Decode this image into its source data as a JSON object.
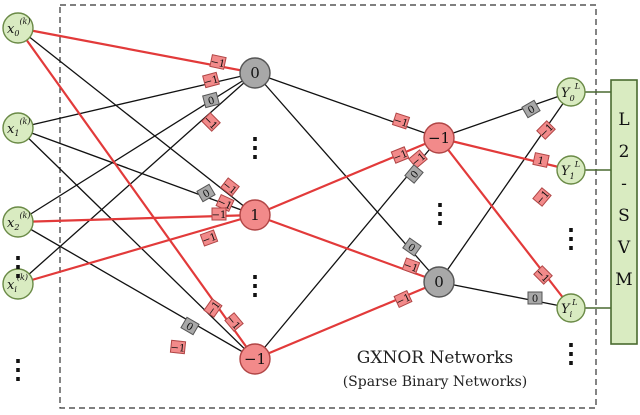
{
  "inputs": {
    "x0": {
      "base": "x",
      "sub": "0",
      "sup": "(k)"
    },
    "x1": {
      "base": "x",
      "sub": "1",
      "sup": "(k)"
    },
    "x2": {
      "base": "x",
      "sub": "2",
      "sup": "(k)"
    },
    "xi": {
      "base": "x",
      "sub": "i",
      "sup": "(k)"
    }
  },
  "hidden1": {
    "top": "0",
    "mid": "1",
    "bot": "−1"
  },
  "hidden2": {
    "top": "−1",
    "bot": "0"
  },
  "outputs": {
    "y0": {
      "base": "Y",
      "sub": "0",
      "sup": "L"
    },
    "y1": {
      "base": "Y",
      "sub": "1",
      "sup": "L"
    },
    "yi": {
      "base": "Y",
      "sub": "i",
      "sup": "L"
    }
  },
  "svm": [
    "L",
    "2",
    "-",
    "S",
    "V",
    "M"
  ],
  "weights": {
    "neg": "−1",
    "zero": "0",
    "pos": "1"
  },
  "ellipsis": "⋮",
  "caption": {
    "title": "GXNOR Networks",
    "subtitle": "(Sparse Binary Networks)"
  },
  "colors": {
    "input_fill": "#d9ebc1",
    "input_stroke": "#6a8a46",
    "pos_fill": "#f28a8a",
    "pos_stroke": "#b04545",
    "zero_fill": "#a8a8a8",
    "zero_stroke": "#555555",
    "red_edge": "#e23a3a",
    "black_edge": "#111111",
    "svm_fill": "#d9ebc1",
    "svm_stroke": "#4a6a30"
  }
}
